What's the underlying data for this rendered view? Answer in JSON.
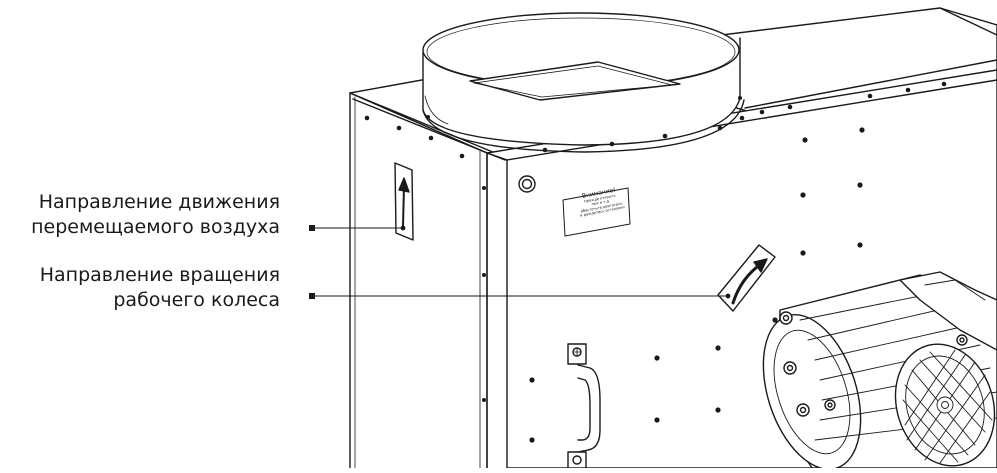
{
  "callouts": {
    "airflow": {
      "line1": "Направление движения",
      "line2": "перемещаемого воздуха"
    },
    "rotation": {
      "line1": "Направление вращения",
      "line2": "рабочего колеса"
    }
  },
  "warning_plate": {
    "title": "Внимание!",
    "lines": [
      "Прежде открыть",
      "люк и т.д.",
      "обесточьте двигатель",
      "и дождитесь остановки"
    ]
  },
  "colors": {
    "ink": "#1a1a1a",
    "background": "#ffffff",
    "body_fill": "#ffffff"
  }
}
